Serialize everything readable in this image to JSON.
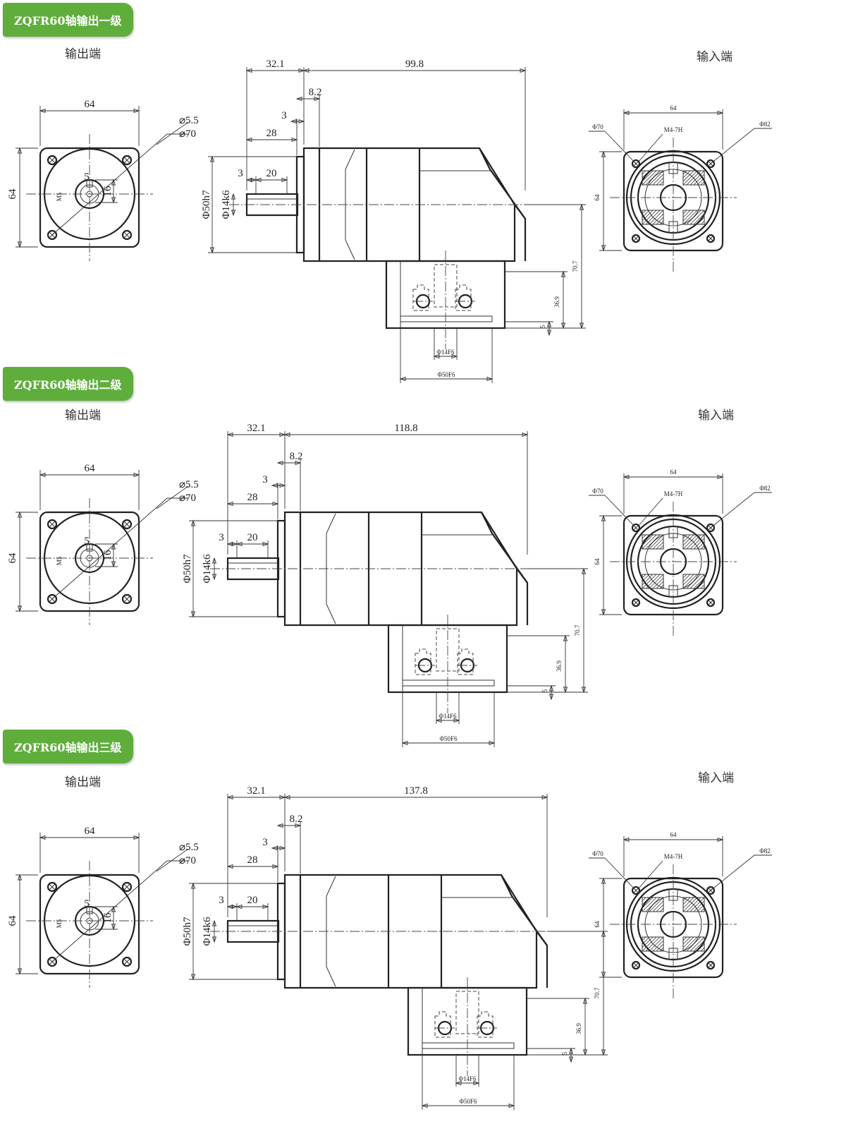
{
  "sections": [
    {
      "title": "ZQFR60轴输出一级",
      "output_label": "输出端",
      "input_label": "输入端",
      "front_view": {
        "width": "64",
        "height": "64",
        "hole": "⌀5.5",
        "pcd": "⌀70",
        "key": "5",
        "key_depth": "16",
        "thread": "M5"
      },
      "side_view": {
        "flange_len": "32.1",
        "body_len": "99.8",
        "flange_t": "8.2",
        "step": "3",
        "shaft_len": "28",
        "key_offset": "3",
        "key_len": "20",
        "pilot": "Φ50h7",
        "shaft": "Φ14k6",
        "height_total": "70.7",
        "height_axis": "36.9",
        "base": "5",
        "bore": "Φ14F6",
        "bore_pilot": "Φ50F6"
      },
      "input_view": {
        "width": "64",
        "height": "64",
        "pcd": "Φ70",
        "thread": "M4-7H",
        "outer": "Φ82"
      }
    },
    {
      "title": "ZQFR60轴输出二级",
      "output_label": "输出端",
      "input_label": "输入端",
      "front_view": {
        "width": "64",
        "height": "64",
        "hole": "⌀5.5",
        "pcd": "⌀70",
        "key": "5",
        "key_depth": "16",
        "thread": "M5"
      },
      "side_view": {
        "flange_len": "32.1",
        "body_len": "118.8",
        "flange_t": "8.2",
        "step": "3",
        "shaft_len": "28",
        "key_offset": "3",
        "key_len": "20",
        "pilot": "Φ50h7",
        "shaft": "Φ14k6",
        "height_total": "70.7",
        "height_axis": "36.9",
        "base": "5",
        "bore": "Φ14F6",
        "bore_pilot": "Φ50F6"
      },
      "input_view": {
        "width": "64",
        "height": "64",
        "pcd": "Φ70",
        "thread": "M4-7H",
        "outer": "Φ82"
      }
    },
    {
      "title": "ZQFR60轴输出三级",
      "output_label": "输出端",
      "input_label": "输入端",
      "front_view": {
        "width": "64",
        "height": "64",
        "hole": "⌀5.5",
        "pcd": "⌀70",
        "key": "5",
        "key_depth": "16",
        "thread": "M5"
      },
      "side_view": {
        "flange_len": "32.1",
        "body_len": "137.8",
        "flange_t": "8.2",
        "step": "3",
        "shaft_len": "28",
        "key_offset": "3",
        "key_len": "20",
        "pilot": "Φ50h7",
        "shaft": "Φ14k6",
        "height_total": "70.7",
        "height_axis": "36.9",
        "base": "5",
        "bore": "Φ14F6",
        "bore_pilot": "Φ50F6"
      },
      "input_view": {
        "width": "64",
        "height": "64",
        "pcd": "Φ70",
        "thread": "M4-7H",
        "outer": "Φ82"
      }
    }
  ]
}
